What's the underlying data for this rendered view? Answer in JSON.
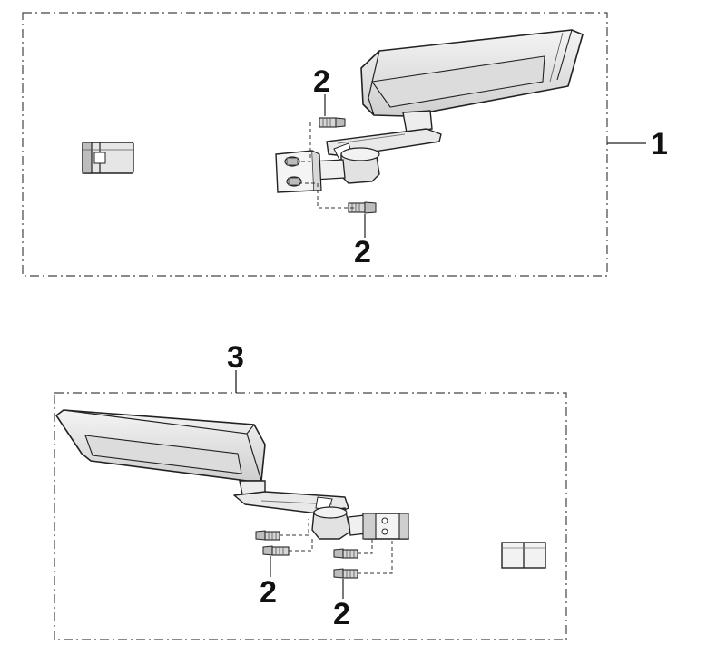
{
  "callouts": {
    "part_1": "1",
    "part_2_top_a": "2",
    "part_2_top_b": "2",
    "part_3": "3",
    "part_2_bottom_a": "2",
    "part_2_bottom_b": "2"
  }
}
